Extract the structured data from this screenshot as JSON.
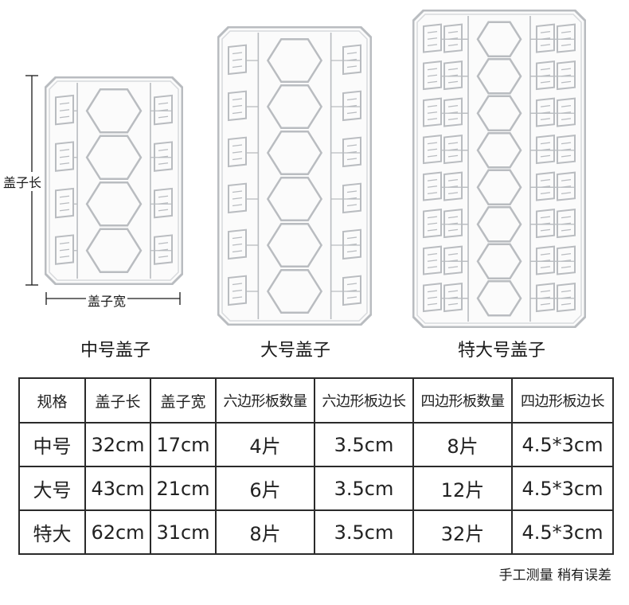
{
  "labels": {
    "length": "盖子长",
    "width": "盖子宽"
  },
  "captions": [
    "中号盖子",
    "大号盖子",
    "特大号盖子"
  ],
  "table": {
    "headers": [
      "规格",
      "盖子长",
      "盖子宽",
      "六边形板数量",
      "六边形板边长",
      "四边形板数量",
      "四边形板边长"
    ],
    "rows": [
      [
        "中号",
        "32cm",
        "17cm",
        "4片",
        "3.5cm",
        "8片",
        "4.5*3cm"
      ],
      [
        "大号",
        "43cm",
        "21cm",
        "6片",
        "3.5cm",
        "12片",
        "4.5*3cm"
      ],
      [
        "特大",
        "62cm",
        "31cm",
        "8片",
        "3.5cm",
        "32片",
        "4.5*3cm"
      ]
    ]
  },
  "note": "手工测量 稍有误差",
  "frames": [
    {
      "name": "medium",
      "hex_count": 4,
      "side_rows": 4
    },
    {
      "name": "large",
      "hex_count": 6,
      "side_rows": 6
    },
    {
      "name": "xlarge",
      "hex_count": 8,
      "side_rows": 8
    }
  ],
  "colors": {
    "frame_stroke": "#b9bcc0",
    "frame_inner": "#d8dadd",
    "text": "#1a1a1a",
    "table_border": "#2a2a2a"
  }
}
